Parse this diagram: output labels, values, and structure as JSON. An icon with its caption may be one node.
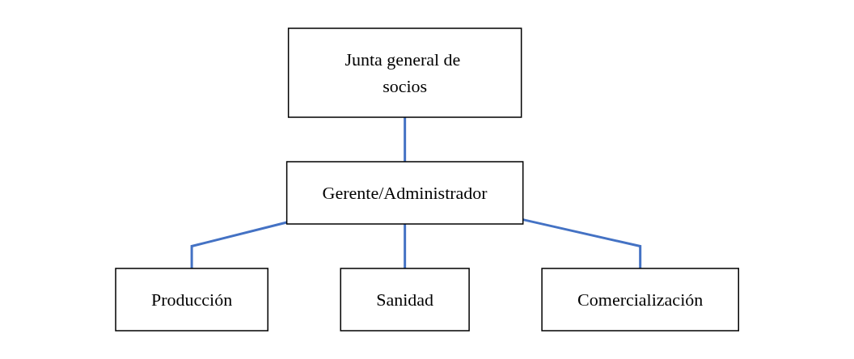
{
  "diagram": {
    "nodes": [
      {
        "text": [
          "Junta general de socios"
        ]
      },
      {
        "text": [
          "Gerente/Administrador"
        ]
      },
      {
        "text": [
          "Producción"
        ]
      },
      {
        "text": [
          "Sanidad"
        ]
      },
      {
        "text": [
          "Comercialización"
        ]
      }
    ],
    "edges": [
      {
        "from": 0,
        "to": 1,
        "arrow": "none"
      },
      {
        "from": 1,
        "to": 2,
        "arrow": "none"
      },
      {
        "from": 1,
        "to": 3,
        "arrow": "none"
      },
      {
        "from": 1,
        "to": 4,
        "arrow": "none"
      }
    ]
  }
}
